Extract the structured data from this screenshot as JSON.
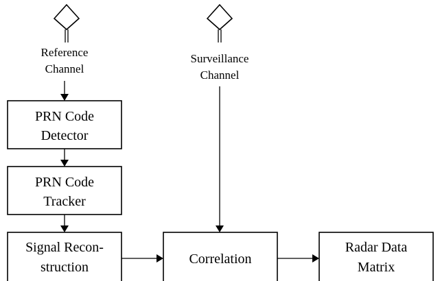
{
  "diagram": {
    "reference_channel": {
      "line1": "Reference",
      "line2": "Channel",
      "icon": "antenna-icon"
    },
    "surveillance_channel": {
      "line1": "Surveillance",
      "line2": "Channel",
      "icon": "antenna-icon"
    },
    "blocks": {
      "prn_detector": {
        "line1": "PRN Code",
        "line2": "Detector"
      },
      "prn_tracker": {
        "line1": "PRN Code",
        "line2": "Tracker"
      },
      "signal_reconstruction": {
        "line1": "Signal Recon-",
        "line2": "struction"
      },
      "correlation": {
        "label": "Correlation"
      },
      "radar_data_matrix": {
        "line1": "Radar Data",
        "line2": "Matrix"
      }
    }
  }
}
